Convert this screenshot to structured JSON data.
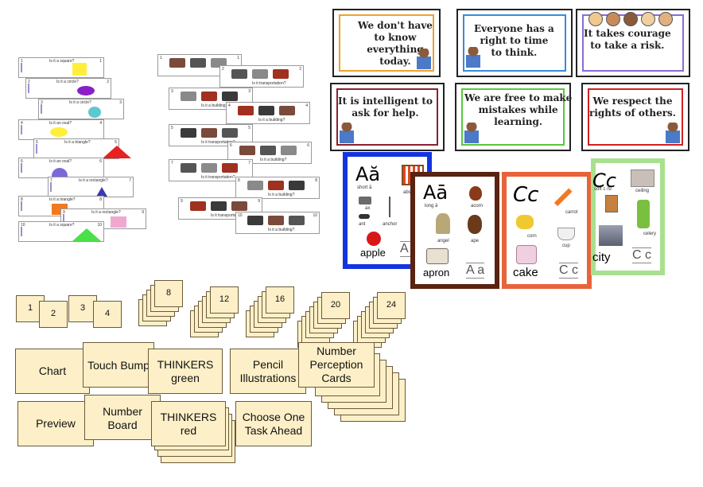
{
  "colors": {
    "card": "#fdf0c8",
    "card_border": "#6b5a3a",
    "blue_frame": "#1434e0",
    "brown_frame": "#5a2210",
    "orange_frame": "#e8633a",
    "green_frame": "#a8e090"
  },
  "shape_strips": [
    {
      "label": "Is it a square?",
      "num_l": "1",
      "num_r": "1",
      "shape": "square",
      "color": "#ffef3a"
    },
    {
      "label": "Is it a circle?",
      "num_l": "2",
      "num_r": "2",
      "shape": "oval",
      "color": "#8a1fc8"
    },
    {
      "label": "Is it a circle?",
      "num_l": "3",
      "num_r": "3",
      "shape": "circle",
      "color": "#5cc8d0"
    },
    {
      "label": "Is it an oval?",
      "num_l": "4",
      "num_r": "4",
      "shape": "oval",
      "color": "#ffef3a"
    },
    {
      "label": "Is it a triangle?",
      "num_l": "5",
      "num_r": "5",
      "shape": "triangle",
      "color": "#e82020"
    },
    {
      "label": "Is it an oval?",
      "num_l": "6",
      "num_r": "6",
      "shape": "semicircle",
      "color": "#7a6ad8"
    },
    {
      "label": "Is it a rectangle?",
      "num_l": "7",
      "num_r": "7",
      "shape": "triangle-small",
      "color": "#3a3ab0"
    },
    {
      "label": "Is it a triangle?",
      "num_l": "8",
      "num_r": "8",
      "shape": "rect",
      "color": "#f07a20"
    },
    {
      "label": "Is it a rectangle?",
      "num_l": "9",
      "num_r": "9",
      "shape": "rect",
      "color": "#f0a8d0"
    },
    {
      "label": "Is it a square?",
      "num_l": "10",
      "num_r": "10",
      "shape": "triangle",
      "color": "#4ae04a"
    }
  ],
  "picture_strips": [
    {
      "label": "",
      "num_l": "1",
      "num_r": "1"
    },
    {
      "label": "Is it transportation?",
      "num_l": "2",
      "num_r": "2"
    },
    {
      "label": "Is it a building?",
      "num_l": "3",
      "num_r": "3"
    },
    {
      "label": "Is it a building?",
      "num_l": "4",
      "num_r": "4"
    },
    {
      "label": "Is it transportation?",
      "num_l": "5",
      "num_r": "5"
    },
    {
      "label": "Is it a building?",
      "num_l": "6",
      "num_r": "6"
    },
    {
      "label": "Is it transportation?",
      "num_l": "7",
      "num_r": "7"
    },
    {
      "label": "Is it a building?",
      "num_l": "8",
      "num_r": "8"
    },
    {
      "label": "Is it transportation?",
      "num_l": "9",
      "num_r": "9"
    },
    {
      "label": "Is it a building?",
      "num_l": "10",
      "num_r": "10"
    }
  ],
  "posters": [
    {
      "text": "We don't have\nto know\neverything\ntoday.",
      "border": "#f0a030"
    },
    {
      "text": "Everyone has a\nright to time\nto think.",
      "border": "#3a8ad8"
    },
    {
      "text": "It takes courage\nto take a risk.",
      "border": "#8a6ad8"
    },
    {
      "text": "It is intelligent to\nask for help.",
      "border": "#8a2030"
    },
    {
      "text": "We are free to make\nmistakes while\nlearning.",
      "border": "#5ac83a"
    },
    {
      "text": "We respect the\nrights of others.",
      "border": "#d02020"
    }
  ],
  "alphabet_cards": [
    {
      "letter": "Aă",
      "sub": "short ă",
      "word": "apple",
      "labels": [
        "ax",
        "absent",
        "ant",
        "anchor"
      ],
      "hand": "A a"
    },
    {
      "letter": "Aā",
      "sub": "long ā",
      "word": "apron",
      "labels": [
        "acorn",
        "angel",
        "ape"
      ],
      "hand": "A a"
    },
    {
      "letter": "Cc",
      "sub": "",
      "word": "cake",
      "labels": [
        "carrot",
        "corn",
        "cup"
      ],
      "hand": "C c"
    },
    {
      "letter": "Cc",
      "sub": "soft c /s/",
      "word": "city",
      "labels": [
        "ceiling",
        "celery"
      ],
      "hand": "C c"
    }
  ],
  "number_cards": {
    "singles": [
      "1",
      "2",
      "3",
      "4"
    ],
    "stacks": [
      "8",
      "12",
      "16",
      "20",
      "24"
    ]
  },
  "menu_cards": {
    "chart": "Chart",
    "touch_bump": "Touch Bump",
    "thinkers_green": "THINKERS\ngreen",
    "pencil": "Pencil\nIllustrations",
    "number_perception": "Number\nPerception\nCards",
    "preview": "Preview",
    "number_board": "Number\nBoard",
    "thinkers_red": "THINKERS\nred",
    "choose_one": "Choose One\nTask Ahead"
  }
}
